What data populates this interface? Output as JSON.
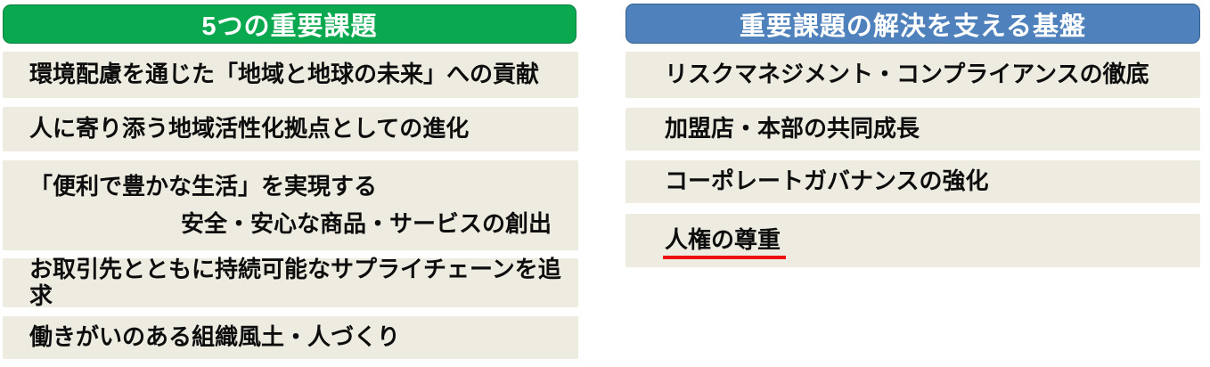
{
  "page": {
    "background_color": "#ffffff",
    "item_box_color": "#EEECE1",
    "item_text_color": "#0d0d0d"
  },
  "left_panel": {
    "header": {
      "label": "5つの重要課題",
      "bg": "#0BA94F",
      "text_color": "#ffffff"
    },
    "items": [
      {
        "lines": [
          "環境配慮を通じた「地域と地球の未来」への貢献"
        ]
      },
      {
        "lines": [
          "人に寄り添う地域活性化拠点としての進化"
        ]
      },
      {
        "lines": [
          "「便利で豊かな生活」を実現する",
          "安全・安心な商品・サービスの創出"
        ]
      },
      {
        "lines": [
          "お取引先とともに持続可能なサプライチェーンを追求"
        ]
      },
      {
        "lines": [
          "働きがいのある組織風土・人づくり"
        ]
      }
    ]
  },
  "right_panel": {
    "header": {
      "label": "重要課題の解決を支える基盤",
      "bg": "#4F81BD",
      "text_color": "#ffffff"
    },
    "items": [
      {
        "label": "リスクマネジメント・コンプライアンスの徹底"
      },
      {
        "label": "加盟店・本部の共同成長"
      },
      {
        "label": "コーポレートガバナンスの強化"
      },
      {
        "label": "人権の尊重",
        "underline_color": "#EE1111"
      }
    ]
  }
}
